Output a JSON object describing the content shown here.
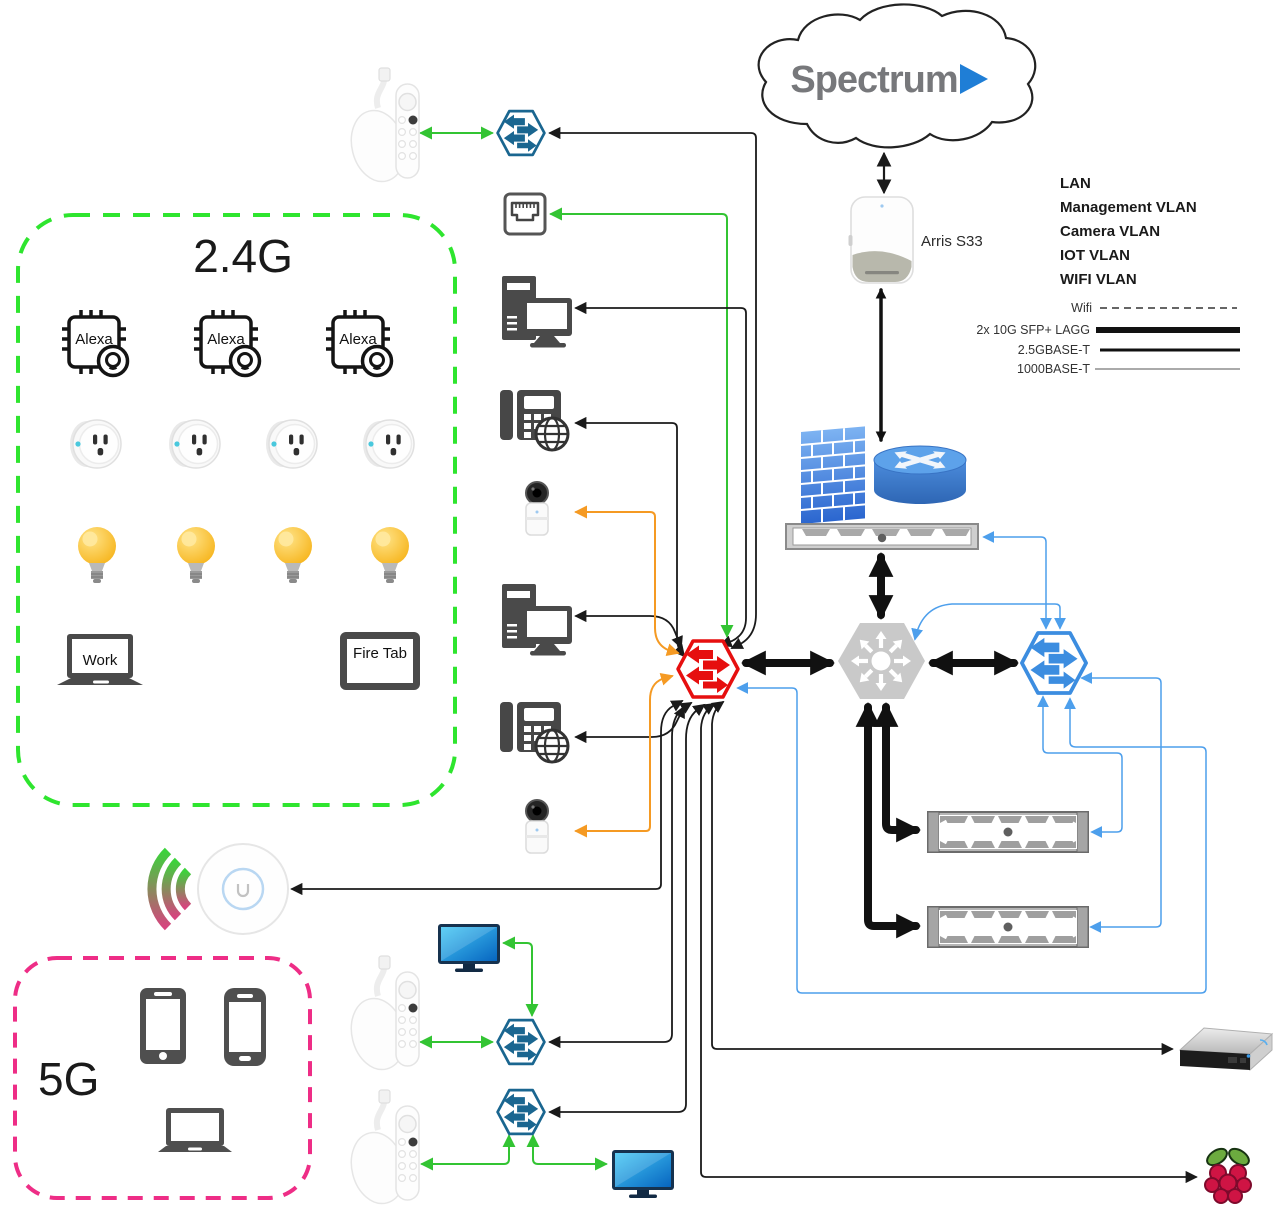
{
  "isp_cloud": {
    "label": "Spectrum",
    "accent_color": "#1f7ed6",
    "text_color": "#77787b"
  },
  "modem": {
    "label": "Arris S33"
  },
  "legend": {
    "vlans": [
      {
        "label": "LAN",
        "color": "#111111"
      },
      {
        "label": "Management VLAN",
        "color": "#4d8ef7"
      },
      {
        "label": "Camera VLAN",
        "color": "#f5821f"
      },
      {
        "label": "IOT VLAN",
        "color": "#2ee52e"
      },
      {
        "label": "WIFI VLAN",
        "color": "#ff2d95"
      }
    ],
    "link_types": [
      {
        "label": "Wifi",
        "style": "dashed"
      },
      {
        "label": "2x 10G SFP+ LAGG",
        "style": "thick"
      },
      {
        "label": "2.5GBASE-T",
        "style": "medium"
      },
      {
        "label": "1000BASE-T",
        "style": "thin"
      }
    ]
  },
  "zones": {
    "band24": {
      "label": "2.4G",
      "color": "#2ee52e",
      "alexa_labels": [
        "Alexa",
        "Alexa",
        "Alexa"
      ],
      "smart_plug_count": 4,
      "bulb_count": 4,
      "laptop_label": "Work",
      "tablet_label": "Fire Tab"
    },
    "band5": {
      "label": "5G",
      "color": "#ee2d86",
      "phone_count": 2,
      "laptop_count": 1
    }
  },
  "nodes": {
    "isp": "spectrum-cloud",
    "modem": "arris-s33-modem",
    "firewall_router": "firewall-and-router",
    "firewall_rack": "rack-appliance-1u",
    "core_router": "core-router-hexagon",
    "main_switch": "red-switch-hexagon",
    "mgmt_switch": "blue-switch-hexagon",
    "mini_switch_count": 3,
    "server_count": 2,
    "access_point": "unifi-access-point",
    "camera_count": 2,
    "desktop_count": 2,
    "voip_phone_count": 2,
    "ethernet_jack": "wall-ethernet-jack",
    "chromecast_count": 3,
    "tv_count": 2,
    "external_drive": "external-drive",
    "raspberry_pi": "raspberry-pi"
  },
  "line_colors": {
    "lan": "#1a1a1a",
    "management": "#4d9fec",
    "camera": "#f59a23",
    "iot": "#33c433",
    "wifi_zone24": "#2ee52e",
    "wifi_zone5": "#ee2d86"
  }
}
